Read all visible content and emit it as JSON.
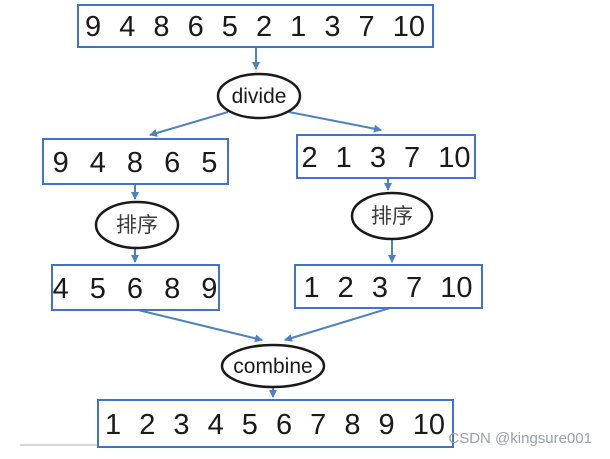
{
  "nodes": {
    "input": {
      "display": "9 4 8 6 5 2 1 3 7 10",
      "values": [
        9,
        4,
        8,
        6,
        5,
        2,
        1,
        3,
        7,
        10
      ]
    },
    "divide": {
      "label": "divide"
    },
    "left_half": {
      "display": "9 4 8 6 5",
      "values": [
        9,
        4,
        8,
        6,
        5
      ]
    },
    "right_half": {
      "display": "2 1 3 7 10",
      "values": [
        2,
        1,
        3,
        7,
        10
      ]
    },
    "sort_left": {
      "label": "排序"
    },
    "sort_right": {
      "label": "排序"
    },
    "left_sorted": {
      "display": "4 5 6 8 9",
      "values": [
        4,
        5,
        6,
        8,
        9
      ]
    },
    "right_sorted": {
      "display": "1 2 3 7 10",
      "values": [
        1,
        2,
        3,
        7,
        10
      ]
    },
    "combine": {
      "label": "combine"
    },
    "result": {
      "display": "1 2 3 4 5 6 7 8 9 10",
      "values": [
        1,
        2,
        3,
        4,
        5,
        6,
        7,
        8,
        9,
        10
      ]
    }
  },
  "watermark": {
    "text": "CSDN @kingsure001"
  },
  "colors": {
    "box_border": "#4472C4",
    "arrow": "#4F81BD",
    "node_text": "#1a1a1a",
    "ellipse_border": "#1a1a1a",
    "watermark": "#9aa0a6",
    "baseline": "#c8c8c8"
  }
}
